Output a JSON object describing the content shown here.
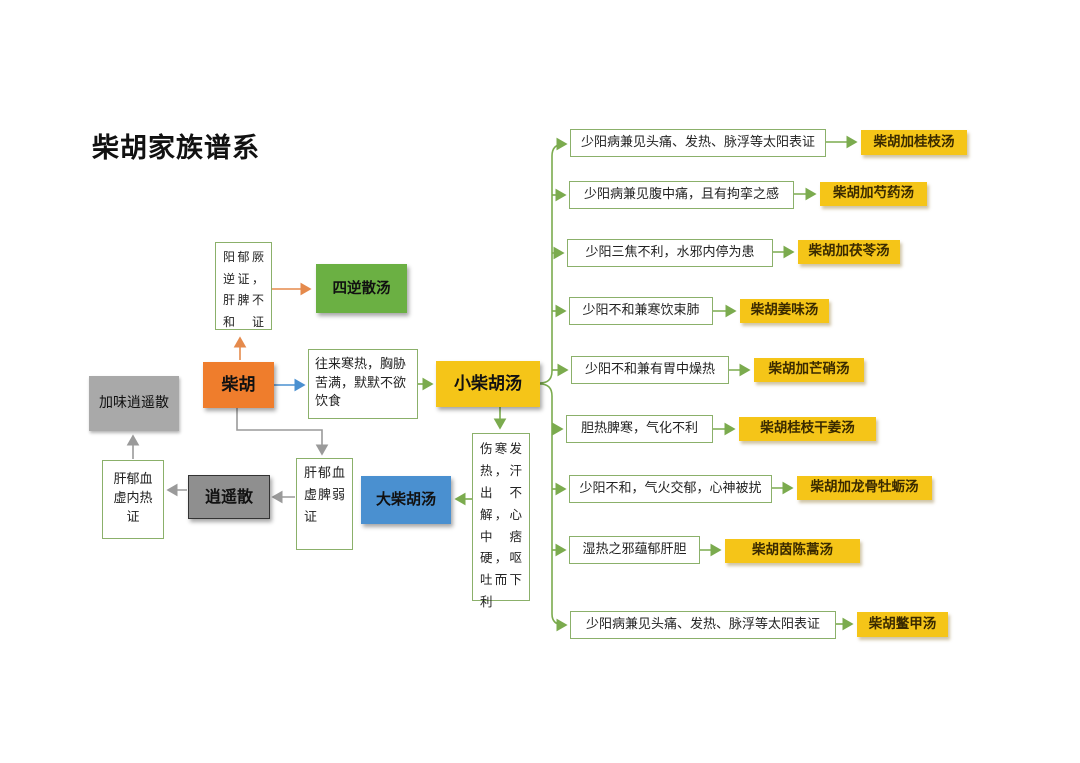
{
  "title": "柴胡家族谱系",
  "root": "柴胡",
  "sini": {
    "note": "阳郁厥逆证，肝脾不和证",
    "name": "四逆散汤"
  },
  "xiao": {
    "note": "往来寒热，胸胁苦满，默默不欲饮食",
    "name": "小柴胡汤"
  },
  "da": {
    "note": "伤寒发热，汗出不解，心中痞硬，呕吐而下利",
    "name": "大柴胡汤"
  },
  "xiaoyao": {
    "note": "肝郁血虚脾弱证",
    "name": "逍遥散"
  },
  "jiawei": {
    "note": "肝郁血虚内热证",
    "name": "加味逍遥散"
  },
  "branches": [
    {
      "cond": "少阳病兼见头痛、发热、脉浮等太阳表证",
      "formula": "柴胡加桂枝汤"
    },
    {
      "cond": "少阳病兼见腹中痛，且有拘挛之感",
      "formula": "柴胡加芍药汤"
    },
    {
      "cond": "少阳三焦不利，水邪内停为患",
      "formula": "柴胡加茯苓汤"
    },
    {
      "cond": "少阳不和兼寒饮束肺",
      "formula": "柴胡姜味汤"
    },
    {
      "cond": "少阳不和兼有胃中燥热",
      "formula": "柴胡加芒硝汤"
    },
    {
      "cond": "胆热脾寒，气化不利",
      "formula": "柴胡桂枝干姜汤"
    },
    {
      "cond": "少阳不和，气火交郁，心神被扰",
      "formula": "柴胡加龙骨牡蛎汤"
    },
    {
      "cond": "湿热之邪蕴郁肝胆",
      "formula": "柴胡茵陈蒿汤"
    },
    {
      "cond": "少阳病兼见头痛、发热、脉浮等太阳表证",
      "formula": "柴胡鳖甲汤"
    }
  ],
  "colors": {
    "root": "#ef7d2c",
    "sini": "#6bb043",
    "xiao": "#f5c518",
    "da": "#4a90d0",
    "xiaoyao": "#8f8f8f",
    "jiawei": "#a9a9a9",
    "line": "#7bab4e"
  }
}
